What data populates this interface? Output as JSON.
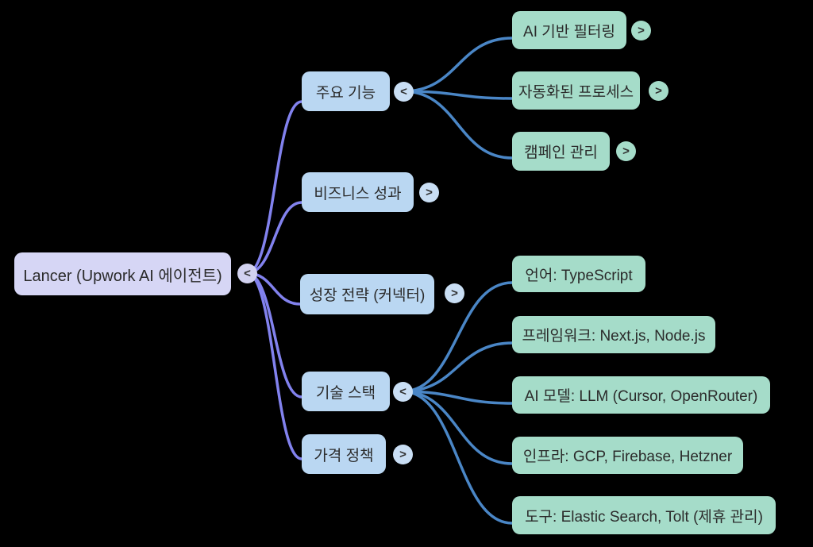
{
  "mindmap": {
    "root": {
      "label": "Lancer (Upwork AI 에이전트)",
      "toggle": "<"
    },
    "branches": [
      {
        "label": "주요 기능",
        "toggle": "<"
      },
      {
        "label": "비즈니스 성과",
        "toggle": ">"
      },
      {
        "label": "성장 전략 (커넥터)",
        "toggle": ">"
      },
      {
        "label": "기술 스택",
        "toggle": "<"
      },
      {
        "label": "가격 정책",
        "toggle": ">"
      }
    ],
    "features_children": [
      {
        "label": "AI 기반 필터링",
        "toggle": ">"
      },
      {
        "label": "자동화된 프로세스",
        "toggle": ">"
      },
      {
        "label": "캠페인 관리",
        "toggle": ">"
      }
    ],
    "tech_children": [
      {
        "label": "언어: TypeScript"
      },
      {
        "label": "프레임워크: Next.js, Node.js"
      },
      {
        "label": "AI 모델: LLM (Cursor, OpenRouter)"
      },
      {
        "label": "인프라: GCP, Firebase, Hetzner"
      },
      {
        "label": "도구: Elastic Search, Tolt (제휴 관리)"
      }
    ],
    "colors": {
      "background": "#000000",
      "root_fill": "#d6d6f5",
      "branch_fill": "#bad7f2",
      "leaf_fill": "#a5dcc9",
      "link_root": "#8282ee",
      "link_child": "#4a86c6",
      "text": "#2b2b2b"
    }
  }
}
